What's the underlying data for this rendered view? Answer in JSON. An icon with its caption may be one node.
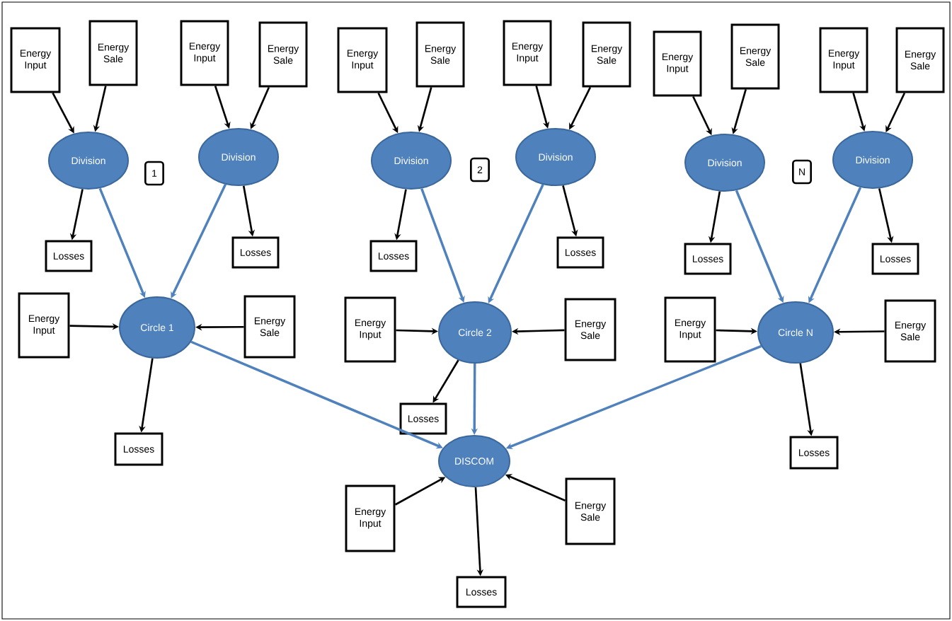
{
  "diagram": {
    "nodes": [
      {
        "text": [
          "Energy Input"
        ]
      },
      {
        "text": [
          "Energy Sale"
        ]
      },
      {
        "text": [
          "Energy Input"
        ]
      },
      {
        "text": [
          "Energy Sale"
        ]
      },
      {
        "text": [
          "Energy Input"
        ]
      },
      {
        "text": [
          "Energy Sale"
        ]
      },
      {
        "text": [
          "Energy Input"
        ]
      },
      {
        "text": [
          "Energy Sale"
        ]
      },
      {
        "text": [
          "Energy Input"
        ]
      },
      {
        "text": [
          "Energy Sale"
        ]
      },
      {
        "text": [
          "Energy Input"
        ]
      },
      {
        "text": [
          "Energy Sale"
        ]
      },
      {
        "text": [
          "Division"
        ]
      },
      {
        "text": [
          "Division"
        ]
      },
      {
        "text": [
          "Division"
        ]
      },
      {
        "text": [
          "Division"
        ]
      },
      {
        "text": [
          "Division"
        ]
      },
      {
        "text": [
          "Division"
        ]
      },
      {
        "text": [
          "Losses"
        ]
      },
      {
        "text": [
          "Losses"
        ]
      },
      {
        "text": [
          "Losses"
        ]
      },
      {
        "text": [
          "Losses"
        ]
      },
      {
        "text": [
          "Losses"
        ]
      },
      {
        "text": [
          "Losses"
        ]
      },
      {
        "text": [
          "Energy Input"
        ]
      },
      {
        "text": [
          "Circle 1"
        ]
      },
      {
        "text": [
          "Energy Sale"
        ]
      },
      {
        "text": [
          "Energy Input"
        ]
      },
      {
        "text": [
          "Circle 2"
        ]
      },
      {
        "text": [
          "Energy Sale"
        ]
      },
      {
        "text": [
          "Energy Input"
        ]
      },
      {
        "text": [
          "Circle N"
        ]
      },
      {
        "text": [
          "Energy Sale"
        ]
      },
      {
        "text": [
          "Losses"
        ]
      },
      {
        "text": [
          "Losses"
        ]
      },
      {
        "text": [
          "Losses"
        ]
      },
      {
        "text": [
          "DISCOM"
        ]
      },
      {
        "text": [
          "Energy Input"
        ]
      },
      {
        "text": [
          "Energy Sale"
        ]
      },
      {
        "text": [
          "Losses"
        ]
      }
    ],
    "edges": [
      {
        "from": 0,
        "to": 12,
        "arrow": "to"
      },
      {
        "from": 1,
        "to": 12,
        "arrow": "to"
      },
      {
        "from": 2,
        "to": 13,
        "arrow": "to"
      },
      {
        "from": 3,
        "to": 13,
        "arrow": "to"
      },
      {
        "from": 4,
        "to": 14,
        "arrow": "to"
      },
      {
        "from": 5,
        "to": 14,
        "arrow": "to"
      },
      {
        "from": 6,
        "to": 15,
        "arrow": "to"
      },
      {
        "from": 7,
        "to": 15,
        "arrow": "to"
      },
      {
        "from": 8,
        "to": 16,
        "arrow": "to"
      },
      {
        "from": 9,
        "to": 16,
        "arrow": "to"
      },
      {
        "from": 10,
        "to": 17,
        "arrow": "to"
      },
      {
        "from": 11,
        "to": 17,
        "arrow": "to"
      },
      {
        "from": 12,
        "to": 18,
        "arrow": "to"
      },
      {
        "from": 13,
        "to": 19,
        "arrow": "to"
      },
      {
        "from": 14,
        "to": 20,
        "arrow": "to"
      },
      {
        "from": 15,
        "to": 21,
        "arrow": "to"
      },
      {
        "from": 16,
        "to": 22,
        "arrow": "to"
      },
      {
        "from": 17,
        "to": 23,
        "arrow": "to"
      },
      {
        "from": 12,
        "to": 25,
        "arrow": "to",
        "color": "#4f81bd"
      },
      {
        "from": 13,
        "to": 25,
        "arrow": "to",
        "color": "#4f81bd"
      },
      {
        "from": 14,
        "to": 28,
        "arrow": "to",
        "color": "#4f81bd"
      },
      {
        "from": 15,
        "to": 28,
        "arrow": "to",
        "color": "#4f81bd"
      },
      {
        "from": 16,
        "to": 31,
        "arrow": "to",
        "color": "#4f81bd"
      },
      {
        "from": 17,
        "to": 31,
        "arrow": "to",
        "color": "#4f81bd"
      },
      {
        "from": 24,
        "to": 25,
        "arrow": "to"
      },
      {
        "from": 26,
        "to": 25,
        "arrow": "to"
      },
      {
        "from": 27,
        "to": 28,
        "arrow": "to"
      },
      {
        "from": 29,
        "to": 28,
        "arrow": "to"
      },
      {
        "from": 30,
        "to": 31,
        "arrow": "to"
      },
      {
        "from": 32,
        "to": 31,
        "arrow": "to"
      },
      {
        "from": 25,
        "to": 34,
        "arrow": "to"
      },
      {
        "from": 28,
        "to": 33,
        "arrow": "to"
      },
      {
        "from": 31,
        "to": 35,
        "arrow": "to"
      },
      {
        "from": 25,
        "to": 36,
        "arrow": "to",
        "color": "#4f81bd"
      },
      {
        "from": 28,
        "to": 36,
        "arrow": "to",
        "color": "#4f81bd"
      },
      {
        "from": 31,
        "to": 36,
        "arrow": "to",
        "color": "#4f81bd"
      },
      {
        "from": 37,
        "to": 36,
        "arrow": "to"
      },
      {
        "from": 38,
        "to": 36,
        "arrow": "to"
      },
      {
        "from": 36,
        "to": 39,
        "arrow": "to"
      }
    ],
    "labels": [
      "1",
      "2",
      "N"
    ]
  }
}
